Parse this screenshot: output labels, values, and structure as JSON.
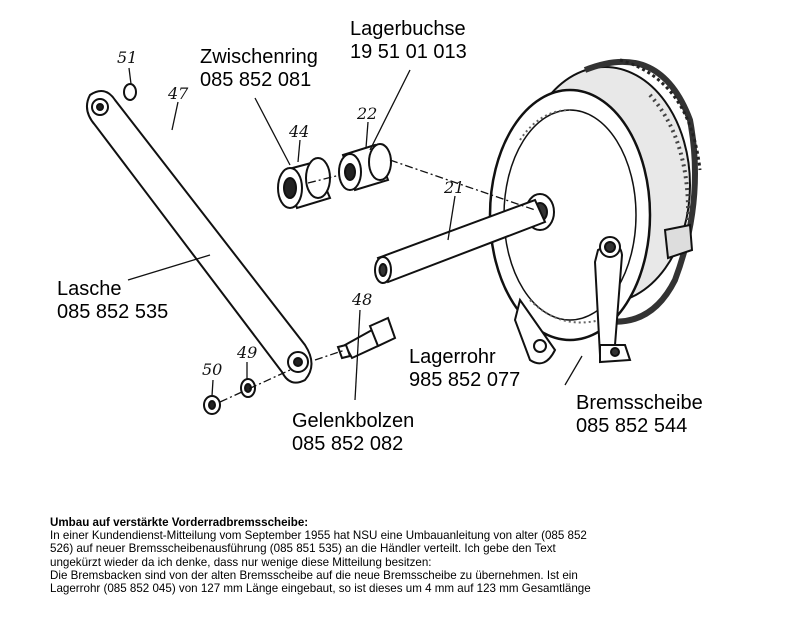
{
  "labels": {
    "lagerbuchse": {
      "name": "Lagerbuchse",
      "number": "19 51 01 013"
    },
    "zwischenring": {
      "name": "Zwischenring",
      "number": "085 852 081"
    },
    "lasche": {
      "name": "Lasche",
      "number": "085 852 535"
    },
    "lagerrohr": {
      "name": "Lagerrohr",
      "number": "985 852 077"
    },
    "bremsscheibe": {
      "name": "Bremsscheibe",
      "number": "085 852 544"
    },
    "gelenkbolzen": {
      "name": "Gelenkbolzen",
      "number": "085 852 082"
    }
  },
  "part_numbers": [
    "51",
    "47",
    "44",
    "22",
    "21",
    "48",
    "50",
    "49"
  ],
  "text": {
    "heading": "Umbau auf verstärkte Vorderradbremsscheibe:",
    "lines": [
      "In einer Kundendienst-Mitteilung vom September 1955 hat NSU eine Umbauanleitung von alter (085 852",
      "526) auf neuer Bremsscheibenausführung (085 851 535) an die Händler verteilt. Ich gebe den Text",
      "ungekürzt wieder da ich denke, dass nur wenige diese Mitteilung besitzen:",
      "Die Bremsbacken sind von der alten Bremsscheibe auf die neue Bremsscheibe zu übernehmen. Ist ein",
      "Lagerrohr (085 852 045) von 127 mm Länge eingebaut, so ist dieses um 4 mm auf 123 mm Gesamtlänge"
    ]
  }
}
